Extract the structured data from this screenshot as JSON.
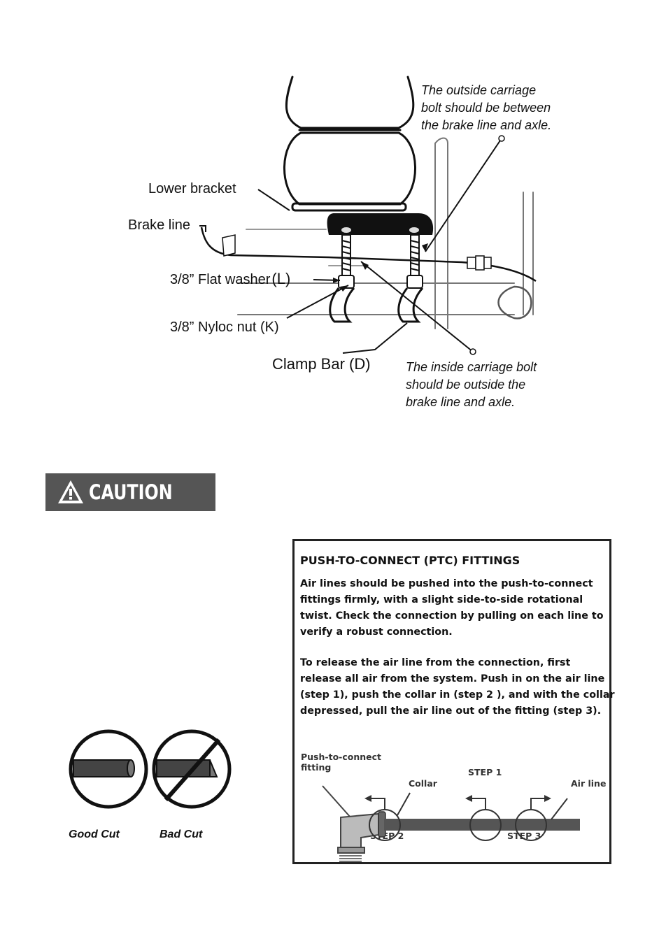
{
  "diagram": {
    "outside_bolt_note": [
      "The  outside  carriage",
      "bolt should be between",
      "the brake line and axle."
    ],
    "lower_bracket": "Lower bracket",
    "brake_line": "Brake line",
    "flat_washer": "3/8” Flat washer",
    "flat_washer_code": "(L)",
    "nyloc_nut": "3/8” Nyloc nut (K)",
    "clamp_bar": "Clamp Bar (D)",
    "inside_bolt_note": [
      "The inside carriage bolt",
      "should  be  outside  the",
      "brake line and axle."
    ]
  },
  "caution": {
    "label": "CAUTION",
    "icon": "warning-triangle-icon"
  },
  "cuts": {
    "good": "Good Cut",
    "bad": "Bad Cut"
  },
  "ptc": {
    "title": "PUSH-TO-CONNECT (PTC) FITTINGS",
    "para1": "Air lines should be pushed into the push-to-connect fittings firmly, with a slight side-to-side rotational twist. Check the connection by pulling on each line to verify a robust connection.",
    "para2": "To release the air line from the connection, first release all air from the system. Push in on the air line (step 1), push the collar in (step 2 ), and with the collar depressed, pull the air line out of the fitting (step 3).",
    "fitting_label": [
      "Push-to-connect",
      "fitting"
    ],
    "collar": "Collar",
    "step1": "STEP 1",
    "step2": "STEP 2",
    "step3": "STEP 3",
    "air_line": "Air line"
  }
}
